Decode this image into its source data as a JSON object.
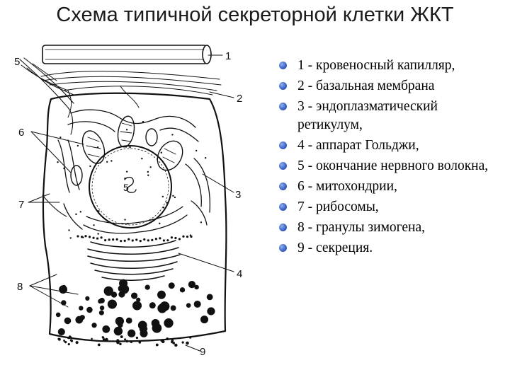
{
  "title": "Схема типичной секреторной клетки ЖКТ",
  "diagram": {
    "callouts": [
      "1",
      "2",
      "3",
      "4",
      "5",
      "6",
      "7",
      "8",
      "9"
    ],
    "nucleus_mark": "5"
  },
  "legend": {
    "bullet_color": "#3d64c8",
    "items": [
      "1 - кровеносный капилляр,",
      "2 - базальная мембрана",
      "3 - эндоплазматический ретикулум,",
      "4 - аппарат Гольджи,",
      "5 - окончание нервного волокна,",
      "6 - митохондрии,",
      "7 - рибосомы,",
      "8 - гранулы зимогена,",
      "9 - секреция."
    ]
  }
}
